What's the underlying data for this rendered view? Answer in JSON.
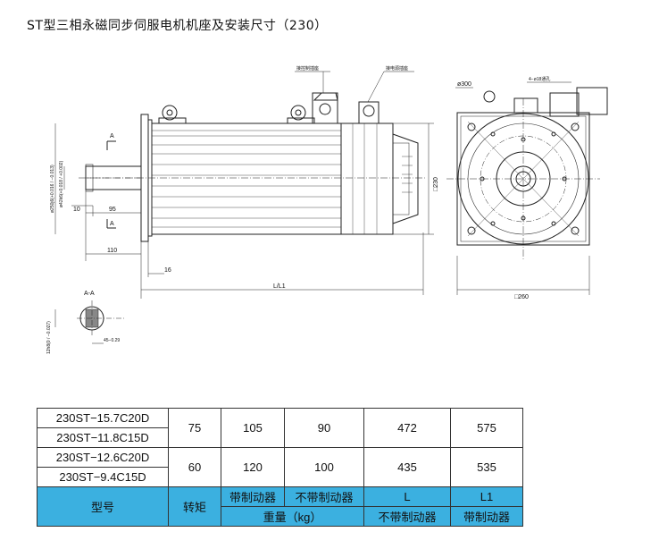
{
  "title": "ST型三相永磁同步伺服电机机座及安装尺寸（230）",
  "drawing": {
    "callouts": {
      "brake_connector": "接控制插座",
      "power_connector": "接电源插座"
    },
    "labels": {
      "section_marker": "A",
      "section_view": "A-A",
      "shaft_dia": "ø42k6(+0.018 / +0.002)",
      "flange_dia": "ø250j6(+0.016 / −0.013)",
      "shaft_len_110": "110",
      "key_len_95": "95",
      "key_offset_10": "10",
      "flange_thk_16": "16",
      "total_len": "L/L1",
      "height_230": "□230",
      "bolt_circle": "ø300",
      "holes": "4−ø18通孔",
      "square_260": "□260",
      "key_width": "12h8(0 / −0.027)",
      "key_depth": "45−0.29"
    }
  },
  "table": {
    "rows": [
      {
        "models": [
          "230ST−15.7C20D",
          "230ST−11.8C15D"
        ],
        "torque": "75",
        "w_brake": "105",
        "w_nobrake": "90",
        "L": "472",
        "L1": "575"
      },
      {
        "models": [
          "230ST−12.6C20D",
          "230ST−9.4C15D"
        ],
        "torque": "60",
        "w_brake": "120",
        "w_nobrake": "100",
        "L": "435",
        "L1": "535"
      }
    ],
    "header": {
      "model": "型号",
      "torque": "转矩",
      "with_brake": "带制动器",
      "without_brake": "不带制动器",
      "L": "L",
      "L1": "L1",
      "weight": "重量（kg）",
      "L_note": "不带制动器",
      "L1_note": "带制动器"
    },
    "header_color": "#3bb0e0"
  }
}
